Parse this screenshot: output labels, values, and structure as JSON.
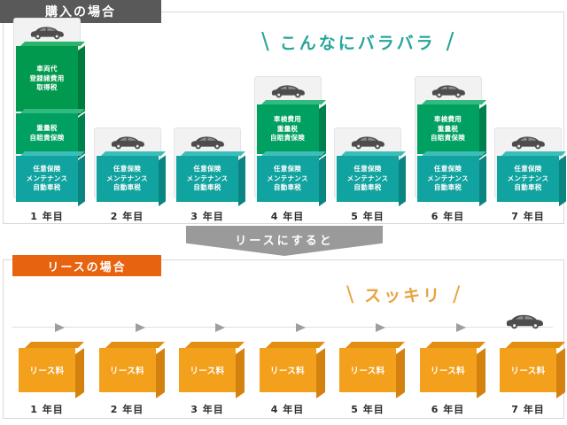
{
  "purchase": {
    "header": "購入の場合",
    "catch": "こんなにバラバラ",
    "slash_left": "/",
    "slash_right": "/",
    "columns": [
      {
        "year": "1 年目",
        "car": true,
        "blocks": [
          {
            "color": "dark-green",
            "lines": [
              "車両代",
              "登録諸費用",
              "取得税"
            ],
            "height": 74
          },
          {
            "color": "green",
            "lines": [
              "重量税",
              "自賠責保険"
            ],
            "height": 46
          },
          {
            "color": "teal",
            "lines": [
              "任意保険",
              "メンテナンス",
              "自動車税"
            ],
            "height": 52
          }
        ]
      },
      {
        "year": "2 年目",
        "car": true,
        "blocks": [
          {
            "color": "teal",
            "lines": [
              "任意保険",
              "メンテナンス",
              "自動車税"
            ],
            "height": 52
          }
        ]
      },
      {
        "year": "3 年目",
        "car": true,
        "blocks": [
          {
            "color": "teal",
            "lines": [
              "任意保険",
              "メンテナンス",
              "自動車税"
            ],
            "height": 52
          }
        ]
      },
      {
        "year": "4 年目",
        "car": true,
        "blocks": [
          {
            "color": "green",
            "lines": [
              "車検費用",
              "重量税",
              "自賠責保険"
            ],
            "height": 56
          },
          {
            "color": "teal",
            "lines": [
              "任意保険",
              "メンテナンス",
              "自動車税"
            ],
            "height": 52
          }
        ]
      },
      {
        "year": "5 年目",
        "car": true,
        "blocks": [
          {
            "color": "teal",
            "lines": [
              "任意保険",
              "メンテナンス",
              "自動車税"
            ],
            "height": 52
          }
        ]
      },
      {
        "year": "6 年目",
        "car": true,
        "blocks": [
          {
            "color": "green",
            "lines": [
              "車検費用",
              "重量税",
              "自賠責保険"
            ],
            "height": 56
          },
          {
            "color": "teal",
            "lines": [
              "任意保険",
              "メンテナンス",
              "自動車税"
            ],
            "height": 52
          }
        ]
      },
      {
        "year": "7 年目",
        "car": true,
        "blocks": [
          {
            "color": "teal",
            "lines": [
              "任意保険",
              "メンテナンス",
              "自動車税"
            ],
            "height": 52
          }
        ]
      }
    ]
  },
  "transition": {
    "banner": "リースにすると"
  },
  "lease": {
    "header": "リースの場合",
    "catch": "スッキリ",
    "slash_left": "/",
    "slash_right": "/",
    "box_label": "リース料",
    "columns": [
      {
        "year": "1 年目",
        "car": false
      },
      {
        "year": "2 年目",
        "car": false
      },
      {
        "year": "3 年目",
        "car": false
      },
      {
        "year": "4 年目",
        "car": false
      },
      {
        "year": "5 年目",
        "car": false
      },
      {
        "year": "6 年目",
        "car": false
      },
      {
        "year": "7 年目",
        "car": true
      }
    ]
  },
  "chart_data": {
    "type": "bar",
    "title": "購入の場合 / リースの場合",
    "categories": [
      "1 年目",
      "2 年目",
      "3 年目",
      "4 年目",
      "5 年目",
      "6 年目",
      "7 年目"
    ],
    "xlabel": "",
    "ylabel": "",
    "grid": false,
    "legend_position": "none",
    "series": [
      {
        "name": "車両代・登録諸費用・取得税",
        "color": "#00994d",
        "values": [
          74,
          0,
          0,
          0,
          0,
          0,
          0
        ]
      },
      {
        "name": "重量税・自賠責保険",
        "color": "#00a060",
        "values": [
          46,
          0,
          0,
          0,
          0,
          0,
          0
        ]
      },
      {
        "name": "車検費用・重量税・自賠責保険",
        "color": "#00a060",
        "values": [
          0,
          0,
          0,
          56,
          0,
          56,
          0
        ]
      },
      {
        "name": "任意保険・メンテナンス・自動車税",
        "color": "#11a3a0",
        "values": [
          52,
          52,
          52,
          52,
          52,
          52,
          52
        ]
      },
      {
        "name": "リース料",
        "color": "#f3a01c",
        "values": [
          50,
          50,
          50,
          50,
          50,
          50,
          50
        ]
      }
    ]
  },
  "icons": {
    "car": "car-icon",
    "arrow": "triangle-right-icon"
  },
  "colors": {
    "purchase_header_bg": "#595959",
    "lease_header_bg": "#e8630f",
    "banner_bg": "#9a9a9a",
    "teal_accent": "#26a69a",
    "orange_accent": "#e8a33d",
    "block_dark_green": "#00994d",
    "block_green": "#00a060",
    "block_teal": "#11a3a0",
    "lease_box": "#f3a01c"
  }
}
